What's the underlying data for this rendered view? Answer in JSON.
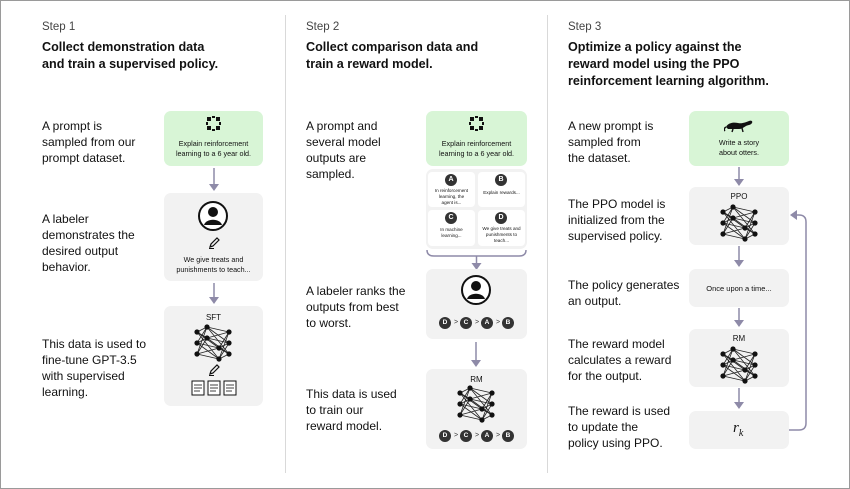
{
  "step1": {
    "step_label": "Step 1",
    "heading_line1": "Collect demonstration data",
    "heading_line2": "and train a supervised policy.",
    "desc1": [
      "A prompt is",
      "sampled from our",
      "prompt dataset."
    ],
    "desc2": [
      "A labeler",
      "demonstrates the",
      "desired output",
      "behavior."
    ],
    "desc3": [
      "This data is used to",
      "fine-tune GPT-3.5",
      "with supervised",
      "learning."
    ],
    "prompt_text": [
      "Explain reinforcement",
      "learning to a 6 year old."
    ],
    "labeler_text": [
      "We give treats and",
      "punishments to teach..."
    ],
    "model_label": "SFT"
  },
  "step2": {
    "step_label": "Step 2",
    "heading_line1": "Collect comparison data and",
    "heading_line2": "train a reward model.",
    "desc1": [
      "A prompt and",
      "several model",
      "outputs are",
      "sampled."
    ],
    "desc2": [
      "A labeler ranks the",
      "outputs from best",
      "to worst."
    ],
    "desc3": [
      "This data is used",
      "to train our",
      "reward model."
    ],
    "prompt_text": [
      "Explain reinforcement",
      "learning to a 6 year old."
    ],
    "outputs": [
      {
        "letter": "A",
        "text": [
          "In reinforcement",
          "learning, the",
          "agent is..."
        ]
      },
      {
        "letter": "B",
        "text": [
          "Explain rewards..."
        ]
      },
      {
        "letter": "C",
        "text": [
          "In machine",
          "learning..."
        ]
      },
      {
        "letter": "D",
        "text": [
          "We give treats and",
          "punishments to",
          "teach..."
        ]
      }
    ],
    "ranking": [
      "D",
      "C",
      "A",
      "B"
    ],
    "model_label": "RM"
  },
  "step3": {
    "step_label": "Step 3",
    "heading_line1": "Optimize a policy against the",
    "heading_line2": "reward model using the PPO",
    "heading_line3": "reinforcement learning algorithm.",
    "desc1": [
      "A new prompt is",
      "sampled from",
      "the dataset."
    ],
    "desc2": [
      "The PPO model is",
      "initialized from the",
      "supervised policy."
    ],
    "desc3": [
      "The policy generates",
      "an output."
    ],
    "desc4": [
      "The reward model",
      "calculates a reward",
      "for the output."
    ],
    "desc5": [
      "The reward is used",
      "to update the",
      "policy using PPO."
    ],
    "prompt_text": [
      "Write a story",
      "about otters."
    ],
    "ppo_label": "PPO",
    "output_text": "Once upon a time...",
    "rm_label": "RM",
    "reward_symbol": "r",
    "reward_subscript": "k"
  },
  "colors": {
    "green_box": "#d8f5d6",
    "gray_box": "#f2f2f2",
    "arrow": "#8e8aa8",
    "divider": "#d9d9d9"
  }
}
